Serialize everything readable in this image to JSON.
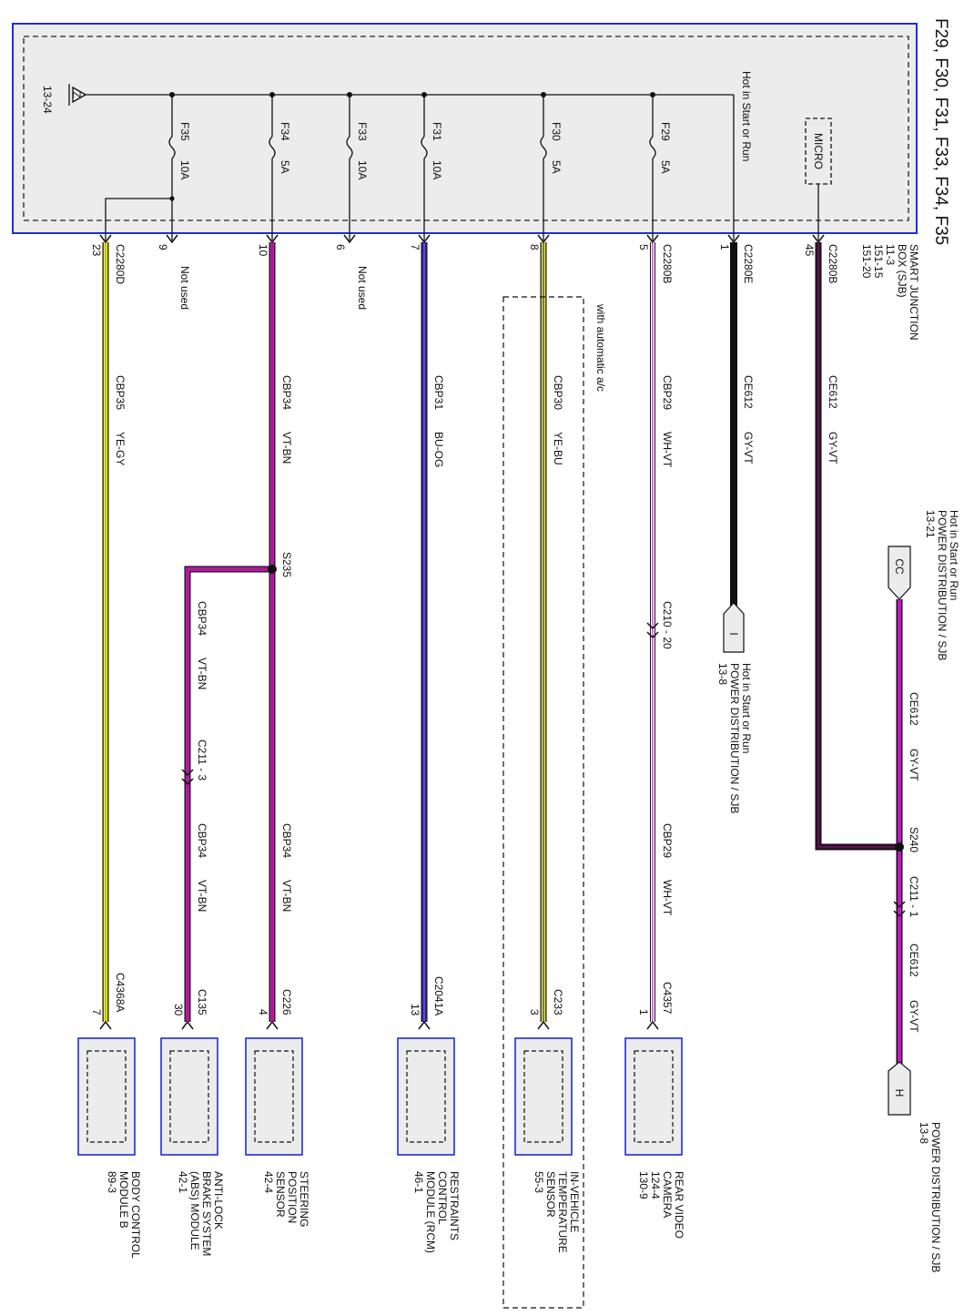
{
  "title": "F29, F30, F31, F33, F34, F35",
  "sjb": {
    "name_lines": [
      "SMART JUNCTION",
      "BOX (SJB)",
      "11-3",
      "151-15",
      "151-20"
    ],
    "hot_label": "Hot in Start or Run",
    "micro_label": "MICRO",
    "ground_letter": "Z",
    "ground_ref": "13-24"
  },
  "fuses": [
    {
      "id": "F29",
      "amps": "5A"
    },
    {
      "id": "F30",
      "amps": "5A"
    },
    {
      "id": "F31",
      "amps": "10A"
    },
    {
      "id": "F33",
      "amps": "10A"
    },
    {
      "id": "F34",
      "amps": "5A"
    },
    {
      "id": "F35",
      "amps": "10A"
    }
  ],
  "pins": {
    "micro": {
      "pin": "45",
      "connector": "C2280B"
    },
    "hot": {
      "pin": "1",
      "connector": "C2280E"
    },
    "f29": {
      "pin": "5",
      "connector": "C2280B"
    },
    "f30": {
      "pin": "8"
    },
    "f31": {
      "pin": "7"
    },
    "f33": {
      "pin": "6",
      "note": "Not used"
    },
    "f34": {
      "pin": "10"
    },
    "f35a": {
      "pin": "9",
      "note": "Not used"
    },
    "f35b": {
      "pin": "23",
      "connector": "C2280D"
    }
  },
  "wires": {
    "micro": {
      "circuit": "CE612",
      "color": "GY-VT"
    },
    "hot": {
      "circuit": "CE612",
      "color": "GY-VT"
    },
    "f29_upper": {
      "circuit": "CBP29",
      "color": "WH-VT"
    },
    "f29_lower": {
      "circuit": "CBP29",
      "color": "WH-VT"
    },
    "f30": {
      "circuit": "CBP30",
      "color": "YE-BU"
    },
    "f31": {
      "circuit": "CBP31",
      "color": "BU-OG"
    },
    "f34_upper": {
      "circuit": "CBP34",
      "color": "VT-BN"
    },
    "f34_lower": {
      "circuit": "CBP34",
      "color": "VT-BN"
    },
    "abs_upper": {
      "circuit": "CBP34",
      "color": "VT-BN"
    },
    "abs_lower": {
      "circuit": "CBP34",
      "color": "VT-BN"
    },
    "f35": {
      "circuit": "CBP35",
      "color": "YE-GY"
    },
    "pd_upper": {
      "circuit": "CE612",
      "color": "GY-VT"
    },
    "pd_lower": {
      "circuit": "CE612",
      "color": "GY-VT"
    }
  },
  "splices": {
    "s235": "S235",
    "s240": "S240"
  },
  "inline": {
    "c210": "C210 - 20",
    "c211_3": "C211 - 3",
    "c211_1": "C211 - 1"
  },
  "offpage": {
    "I": {
      "letter": "I",
      "lines": [
        "Hot in Start or Run",
        "POWER DISTRIBUTION / SJB",
        "13-8"
      ]
    },
    "CC": {
      "letter": "CC",
      "lines": [
        "Hot in Start or Run",
        "POWER DISTRIBUTION / SJB",
        "13-21"
      ]
    },
    "H": {
      "letter": "H",
      "lines": [
        "POWER DISTRIBUTION / SJB",
        "13-8"
      ]
    }
  },
  "auto_ac_label": "with automatic a/c",
  "modules": [
    {
      "key": "camera",
      "connector": "C4357",
      "pin": "1",
      "lines": [
        "REAR VIDEO",
        "CAMERA",
        "124-4",
        "130-9"
      ]
    },
    {
      "key": "ivts",
      "connector": "C233",
      "pin": "3",
      "lines": [
        "IN-VEHICLE",
        "TEMPERATURE",
        "SENSOR",
        "55-3"
      ]
    },
    {
      "key": "rcm",
      "connector": "C2041A",
      "pin": "13",
      "lines": [
        "RESTRAINTS",
        "CONTROL",
        "MODULE (RCM)",
        "46-1"
      ]
    },
    {
      "key": "sps",
      "connector": "C226",
      "pin": "4",
      "lines": [
        "STEERING",
        "POSITION",
        "SENSOR",
        "42-4"
      ]
    },
    {
      "key": "abs",
      "connector": "C135",
      "pin": "30",
      "lines": [
        "ANTI-LOCK",
        "BRAKE SYSTEM",
        "(ABS) MODULE",
        "42-1"
      ]
    },
    {
      "key": "bcm",
      "connector": "C4368A",
      "pin": "7",
      "lines": [
        "BODY CONTROL",
        "MODULE B",
        "89-3"
      ]
    }
  ],
  "colors": {
    "frame_blue": "#1e2fd0",
    "box_fill": "#ececec",
    "violet": "#cc11cc",
    "yellow": "#f2f20a",
    "blue": "#2222dd",
    "black": "#111111",
    "gray_violet": "#5a1250"
  }
}
